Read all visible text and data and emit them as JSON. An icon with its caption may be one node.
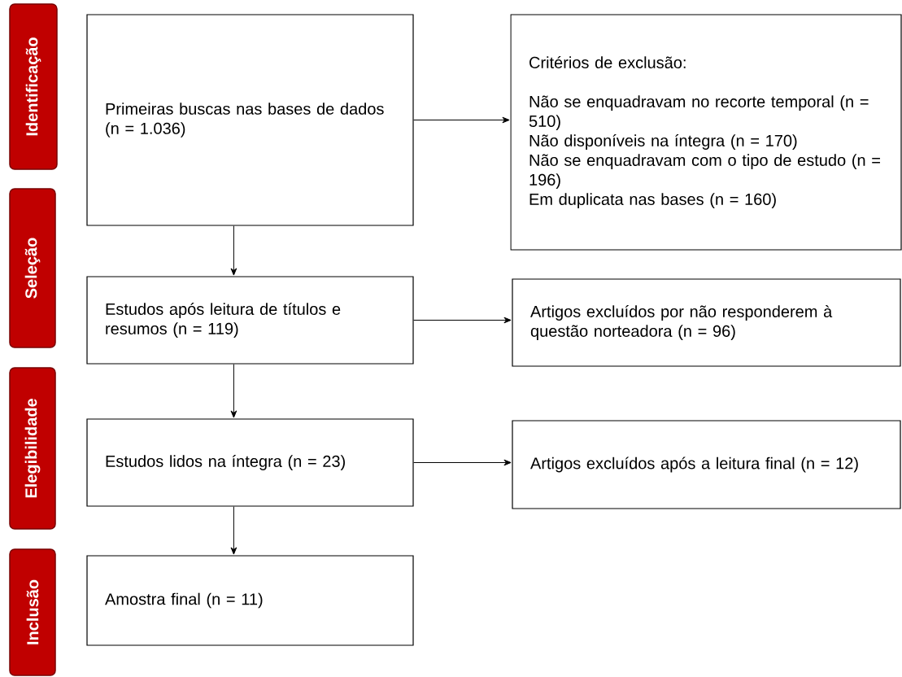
{
  "diagram": {
    "nodes": [
      {
        "text": [
          "Identificação"
        ]
      },
      {
        "text": [
          "Primeiras buscas nas bases de dados (n = 1.036)"
        ]
      },
      {
        "text": [
          "Critérios de exclusão:",
          "Não se enquadravam no recorte temporal (n = 510)",
          "Não disponíveis na íntegra (n = 170)",
          "Não se enquadravam com o tipo de estudo (n = 196)",
          "Em duplicata nas bases (n = 160)"
        ]
      },
      {
        "text": [
          "Seleção"
        ]
      },
      {
        "text": [
          "Estudos após leitura de títulos e resumos (n = 119)"
        ]
      },
      {
        "text": [
          "Artigos excluídos por não responderem à questão norteadora (n = 96)"
        ]
      },
      {
        "text": [
          "Elegibilidade"
        ]
      },
      {
        "text": [
          "Estudos lidos na íntegra (n = 23)"
        ]
      },
      {
        "text": [
          "Artigos excluídos após a leitura final (n = 12)"
        ]
      },
      {
        "text": [
          "Inclusão"
        ]
      },
      {
        "text": [
          "Amostra final (n = 11)"
        ]
      }
    ],
    "edges": [
      {
        "from": 1,
        "to": 2,
        "arrow": "to"
      },
      {
        "from": 1,
        "to": 4,
        "arrow": "to"
      },
      {
        "from": 4,
        "to": 5,
        "arrow": "to"
      },
      {
        "from": 4,
        "to": 7,
        "arrow": "to"
      },
      {
        "from": 7,
        "to": 8,
        "arrow": "to"
      },
      {
        "from": 7,
        "to": 10,
        "arrow": "to"
      }
    ]
  }
}
